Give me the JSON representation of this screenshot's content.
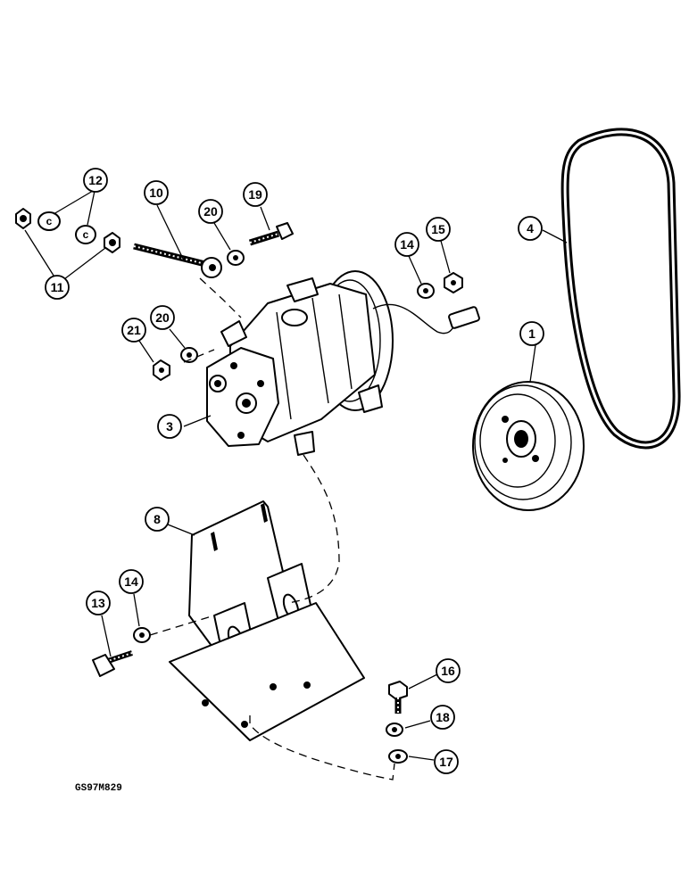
{
  "diagram": {
    "reference_code": "GS97M829",
    "callouts": [
      {
        "id": "c1",
        "label": "1"
      },
      {
        "id": "c3",
        "label": "3"
      },
      {
        "id": "c4",
        "label": "4"
      },
      {
        "id": "c8",
        "label": "8"
      },
      {
        "id": "c10",
        "label": "10"
      },
      {
        "id": "c11",
        "label": "11"
      },
      {
        "id": "c12",
        "label": "12"
      },
      {
        "id": "c13",
        "label": "13"
      },
      {
        "id": "c14a",
        "label": "14"
      },
      {
        "id": "c14b",
        "label": "14"
      },
      {
        "id": "c15",
        "label": "15"
      },
      {
        "id": "c16",
        "label": "16"
      },
      {
        "id": "c17",
        "label": "17"
      },
      {
        "id": "c18",
        "label": "18"
      },
      {
        "id": "c19",
        "label": "19"
      },
      {
        "id": "c20a",
        "label": "20"
      },
      {
        "id": "c20b",
        "label": "20"
      },
      {
        "id": "c21",
        "label": "21"
      }
    ]
  }
}
